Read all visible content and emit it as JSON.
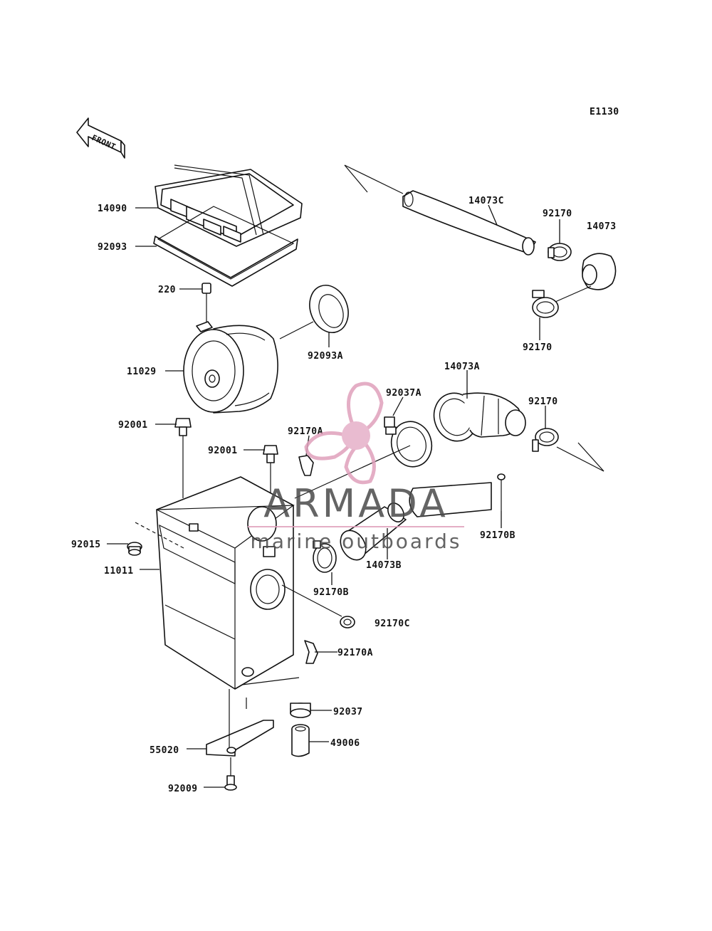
{
  "diagram": {
    "code": "E1130",
    "front_label": "FRONT",
    "callouts": [
      {
        "id": "c-14090",
        "text": "14090"
      },
      {
        "id": "c-92093",
        "text": "92093"
      },
      {
        "id": "c-220",
        "text": "220"
      },
      {
        "id": "c-11029",
        "text": "11029"
      },
      {
        "id": "c-92093A",
        "text": "92093A"
      },
      {
        "id": "c-92001a",
        "text": "92001"
      },
      {
        "id": "c-92001b",
        "text": "92001"
      },
      {
        "id": "c-92015",
        "text": "92015"
      },
      {
        "id": "c-11011",
        "text": "11011"
      },
      {
        "id": "c-55020",
        "text": "55020"
      },
      {
        "id": "c-92009",
        "text": "92009"
      },
      {
        "id": "c-14073C",
        "text": "14073C"
      },
      {
        "id": "c-92170a",
        "text": "92170"
      },
      {
        "id": "c-14073",
        "text": "14073"
      },
      {
        "id": "c-92170b",
        "text": "92170"
      },
      {
        "id": "c-14073A",
        "text": "14073A"
      },
      {
        "id": "c-92037A",
        "text": "92037A"
      },
      {
        "id": "c-92170c",
        "text": "92170"
      },
      {
        "id": "c-92170A-top",
        "text": "92170A"
      },
      {
        "id": "c-92170B-right",
        "text": "92170B"
      },
      {
        "id": "c-14073B",
        "text": "14073B"
      },
      {
        "id": "c-92170B-mid",
        "text": "92170B"
      },
      {
        "id": "c-92170C",
        "text": "92170C"
      },
      {
        "id": "c-92170A-low",
        "text": "92170A"
      },
      {
        "id": "c-92037",
        "text": "92037"
      },
      {
        "id": "c-49006",
        "text": "49006"
      }
    ]
  },
  "watermark": {
    "brand": "ARMADA",
    "tagline": "marine outboards",
    "accent_color": "#e0a0bc",
    "text_color": "#4a4a4a"
  }
}
